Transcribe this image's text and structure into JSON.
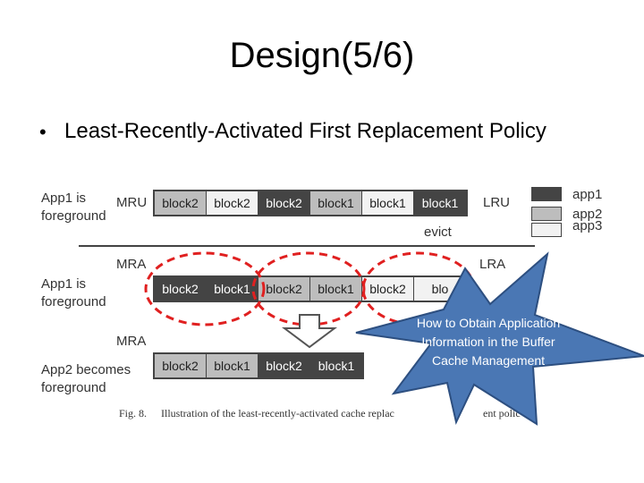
{
  "slide": {
    "title": "Design(5/6)",
    "bullet_marker": "•",
    "bullet": "Least-Recently-Activated First Replacement Policy"
  },
  "figure": {
    "top_label": [
      "App1 is",
      "foreground"
    ],
    "mid_label": [
      "App1 is",
      "foreground"
    ],
    "bottom_label": [
      "App2 becomes",
      "foreground"
    ],
    "mru": "MRU",
    "lru": "LRU",
    "mra_1": "MRA",
    "lra": "LRA",
    "mra_2": "MRA",
    "evict": "evict",
    "row1": [
      {
        "label": "block2",
        "app": "app2"
      },
      {
        "label": "block2",
        "app": "app3"
      },
      {
        "label": "block2",
        "app": "app1"
      },
      {
        "label": "block1",
        "app": "app2"
      },
      {
        "label": "block1",
        "app": "app3"
      },
      {
        "label": "block1",
        "app": "app1"
      }
    ],
    "row2": [
      {
        "label": "block2",
        "app": "app1"
      },
      {
        "label": "block1",
        "app": "app1"
      },
      {
        "label": "block2",
        "app": "app2"
      },
      {
        "label": "block1",
        "app": "app2"
      },
      {
        "label": "block2",
        "app": "app3"
      },
      {
        "label": "blo",
        "app": "app3"
      }
    ],
    "row3": [
      {
        "label": "block2",
        "app": "app2"
      },
      {
        "label": "block1",
        "app": "app2"
      },
      {
        "label": "block2",
        "app": "app1"
      },
      {
        "label": "block1",
        "app": "app1"
      }
    ],
    "legend": [
      {
        "label": "app1",
        "color": "#444444"
      },
      {
        "label": "app2",
        "color": "#bdbdbd"
      },
      {
        "label": "app3",
        "color": "#f2f2f2"
      }
    ],
    "caption_num": "Fig. 8.",
    "caption_text": "Illustration of the least-recently-activated cache replac",
    "caption_tail": "ent polic",
    "colors": {
      "circle": "#e02020",
      "star_fill": "#4a77b4",
      "star_stroke": "#2d4f80"
    }
  },
  "callout": {
    "lines": [
      "How to Obtain Application",
      "Information in the Buffer",
      "Cache Management"
    ]
  }
}
